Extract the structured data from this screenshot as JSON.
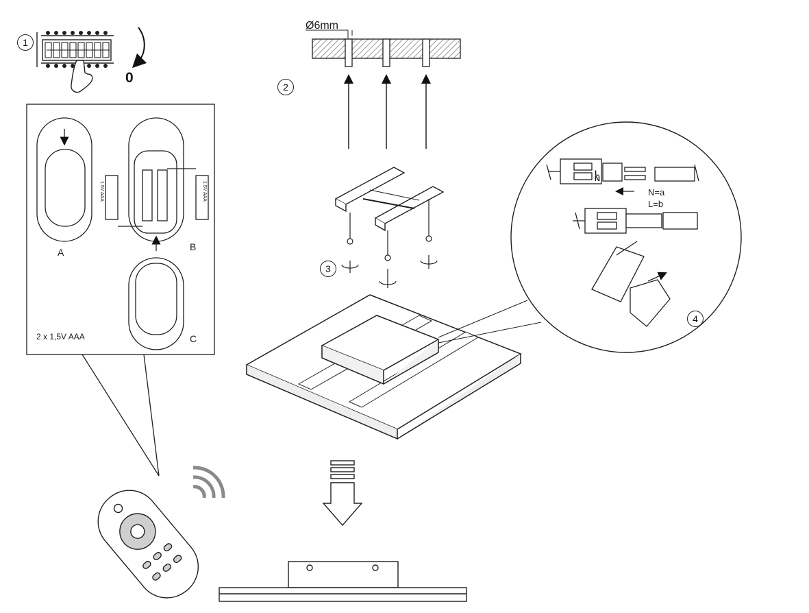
{
  "steps": {
    "step1": "1",
    "step2": "2",
    "step3": "3",
    "step4": "4"
  },
  "power_off_label": "0",
  "drill_label": "Ø6mm",
  "remote_battery": {
    "label_a": "A",
    "label_b": "B",
    "label_c": "C",
    "battery_spec": "2 x 1,5V AAA",
    "battery_marking": "1.5V  AAA"
  },
  "wiring": {
    "terminal_l": "L",
    "terminal_n": "N",
    "neutral_legend": "N=a",
    "live_legend": "L=b"
  },
  "colors": {
    "line": "#1f1f1f",
    "fill": "#ffffff",
    "hatch": "#555555",
    "shade": "#d9d9d9"
  }
}
